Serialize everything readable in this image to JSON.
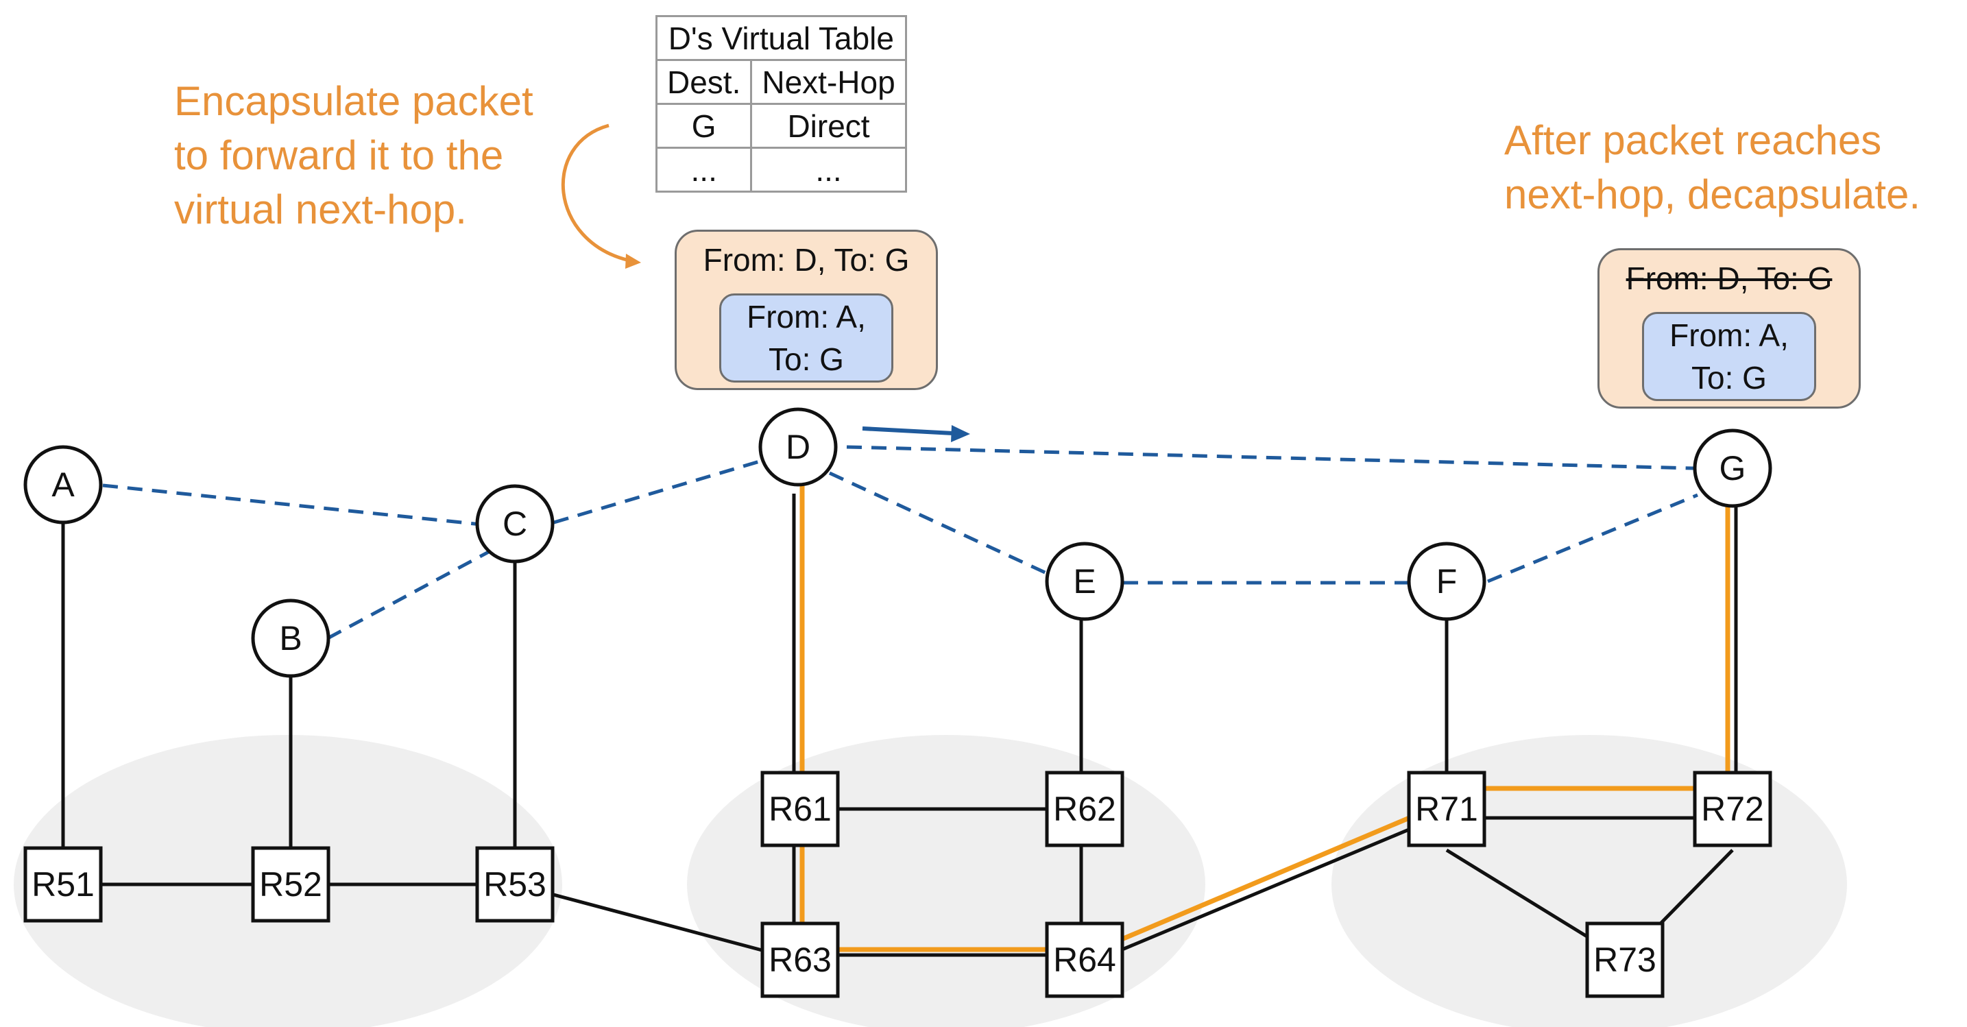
{
  "annotation_left": [
    "Encapsulate packet",
    "to forward it to the",
    "virtual next-hop."
  ],
  "annotation_right": [
    "After packet reaches",
    "next-hop, decapsulate."
  ],
  "virtual_table": {
    "title": "D's Virtual Table",
    "headers": [
      "Dest.",
      "Next-Hop"
    ],
    "rows": [
      [
        "G",
        "Direct"
      ],
      [
        "...",
        "..."
      ]
    ]
  },
  "packet_encapsulated": {
    "outer": "From: D, To: G",
    "inner": [
      "From: A,",
      "To: G"
    ]
  },
  "packet_decapsulated": {
    "outer_struck": "From: D, To: G",
    "inner": [
      "From: A,",
      "To: G"
    ]
  },
  "overlay_nodes": [
    "A",
    "B",
    "C",
    "D",
    "E",
    "F",
    "G"
  ],
  "routers": [
    "R51",
    "R52",
    "R53",
    "R61",
    "R62",
    "R63",
    "R64",
    "R71",
    "R72",
    "R73"
  ],
  "colors": {
    "accent_orange": "#f29b1c",
    "annotation_orange": "#e8923a",
    "overlay_blue": "#1f5a9c",
    "domain_gray": "#efefef",
    "outer_packet": "#fbe3cc",
    "inner_packet": "#c9daf8"
  }
}
